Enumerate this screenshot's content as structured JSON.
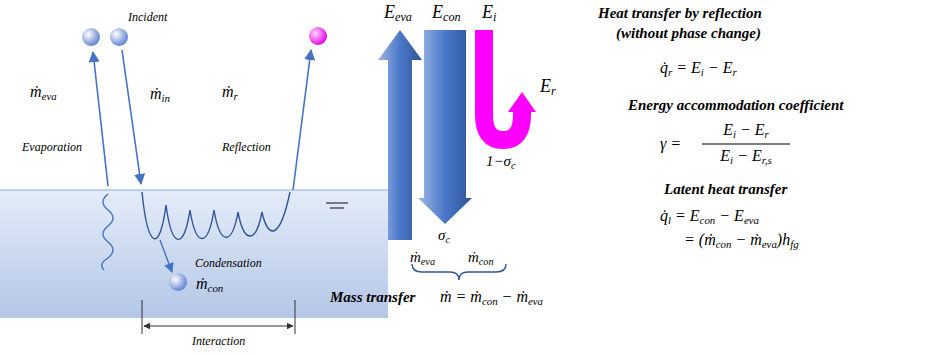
{
  "diagram": {
    "labels": [
      "ṁeva",
      "Evaporation",
      "Incident",
      "ṁin",
      "ṁr",
      "Reflection",
      "Condensation",
      "ṁcon",
      "Interaction",
      "Eeva",
      "Econ",
      "Ei",
      "Er",
      "1−σc",
      "σc",
      "ṁeva",
      "ṁcon",
      "Mass transfer",
      "ṁ = ṁcon − ṁeva",
      "Heat transfer by reflection",
      "(without phase change)",
      "q̇r = Ei − Er",
      "Energy accommodation coefficient",
      "γ =",
      "Ei − Er",
      "Ei − Er,s",
      "Latent heat transfer",
      "q̇l = Econ − Eeva",
      "= (ṁcon − ṁeva)hfg"
    ]
  }
}
